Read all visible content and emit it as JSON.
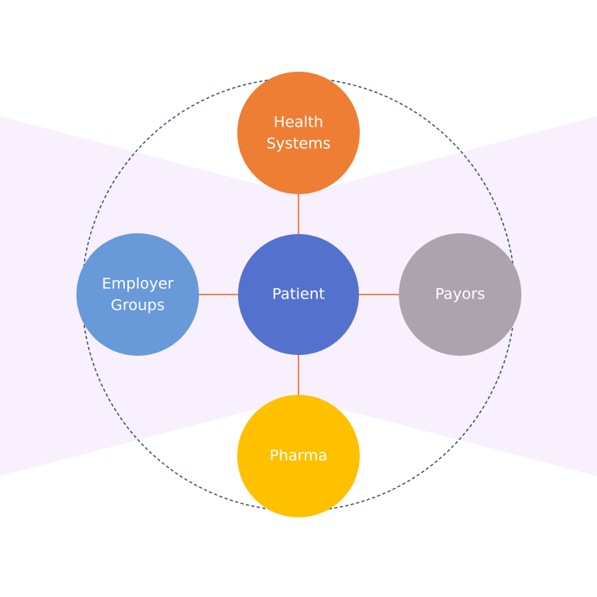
{
  "diagram": {
    "center": {
      "label": "Patient",
      "color": "#5472CD"
    },
    "nodes": {
      "top": {
        "lines": [
          "Health",
          "Systems"
        ],
        "color": "#EE7E33"
      },
      "left": {
        "lines": [
          "Employer",
          "Groups"
        ],
        "color": "#6899D9"
      },
      "right": {
        "lines": [
          "Payors"
        ],
        "color": "#ACA3AF"
      },
      "bottom": {
        "lines": [
          "Pharma"
        ],
        "color": "#FFC000"
      }
    },
    "connector_color": "#E8875A",
    "ring_color": "#3A4C78",
    "band_color": "#F8F0FC"
  }
}
